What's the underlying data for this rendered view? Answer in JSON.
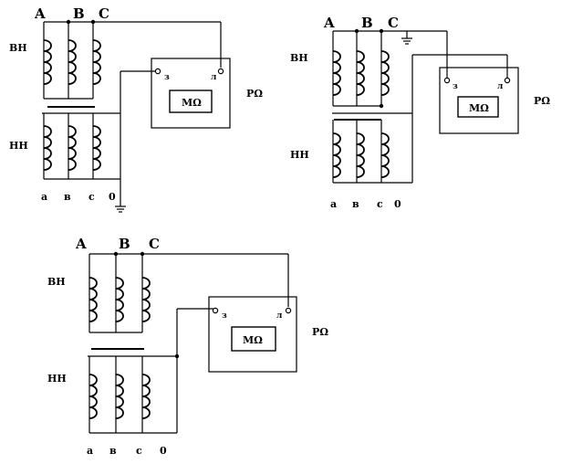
{
  "diagrams": [
    {
      "phases": [
        "A",
        "B",
        "C"
      ],
      "hv": "ВН",
      "lv": "НН",
      "secondary": [
        "а",
        "в",
        "с",
        "0"
      ],
      "meter": "PΩ",
      "meter_inner": "MΩ",
      "terminals": [
        "з",
        "л"
      ]
    },
    {
      "phases": [
        "A",
        "B",
        "C"
      ],
      "hv": "ВН",
      "lv": "НН",
      "secondary": [
        "а",
        "в",
        "с",
        "0"
      ],
      "meter": "PΩ",
      "meter_inner": "MΩ",
      "terminals": [
        "з",
        "л"
      ]
    },
    {
      "phases": [
        "A",
        "B",
        "C"
      ],
      "hv": "ВН",
      "lv": "НН",
      "secondary": [
        "а",
        "в",
        "с",
        "0"
      ],
      "meter": "PΩ",
      "meter_inner": "MΩ",
      "terminals": [
        "з",
        "л"
      ]
    }
  ]
}
